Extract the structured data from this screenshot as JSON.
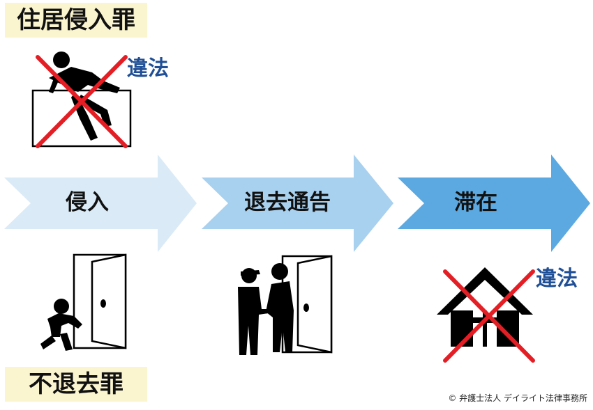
{
  "top": {
    "title": "住居侵入罪",
    "illegal_label": "違法"
  },
  "bottom": {
    "title": "不退去罪"
  },
  "flow": {
    "steps": [
      {
        "label": "侵入",
        "color": "#daeaf7"
      },
      {
        "label": "退去通告",
        "color": "#a8d0ef"
      },
      {
        "label": "滞在",
        "color": "#5ca9e1"
      }
    ]
  },
  "right": {
    "illegal_label": "違法"
  },
  "copyright": "© 弁護士法人 デイライト法律事務所",
  "colors": {
    "cross": "#e31e24",
    "illegal_text": "#1f4f96",
    "title_bg": "#fbf5cf"
  },
  "icons": [
    "intruder-window-icon",
    "crouching-person-door-icon",
    "two-people-door-icon",
    "house-icon"
  ]
}
